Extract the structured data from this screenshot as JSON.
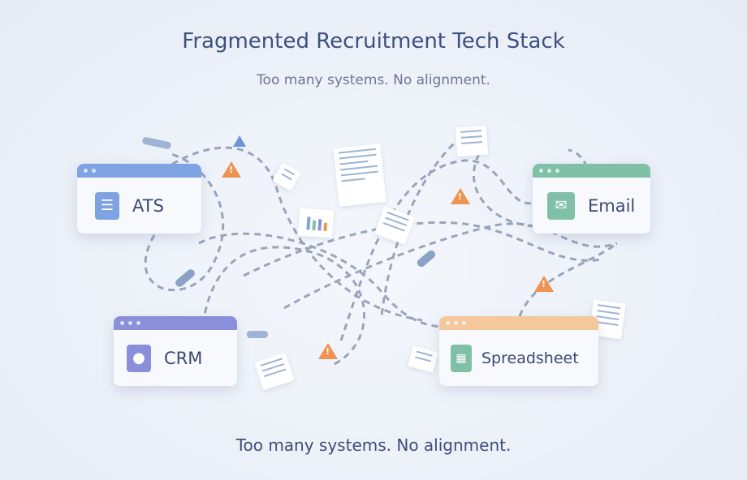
{
  "header": {
    "title": "Fragmented Recruitment Tech Stack",
    "subtitle": "Too many systems. No alignment."
  },
  "systems": [
    {
      "label": "ATS",
      "icon": "document-list-icon",
      "color": "#7fa2e2"
    },
    {
      "label": "Email",
      "icon": "envelope-icon",
      "color": "#7fc0a6"
    },
    {
      "label": "CRM",
      "icon": "user-icon",
      "color": "#8b8fd9"
    },
    {
      "label": "Spreadsheet",
      "icon": "table-grid-icon",
      "color": "#f4c79c"
    }
  ],
  "caption": "Too many systems. No alignment.",
  "colors": {
    "warning": "#ee9350",
    "line": "#7d8aa6"
  }
}
